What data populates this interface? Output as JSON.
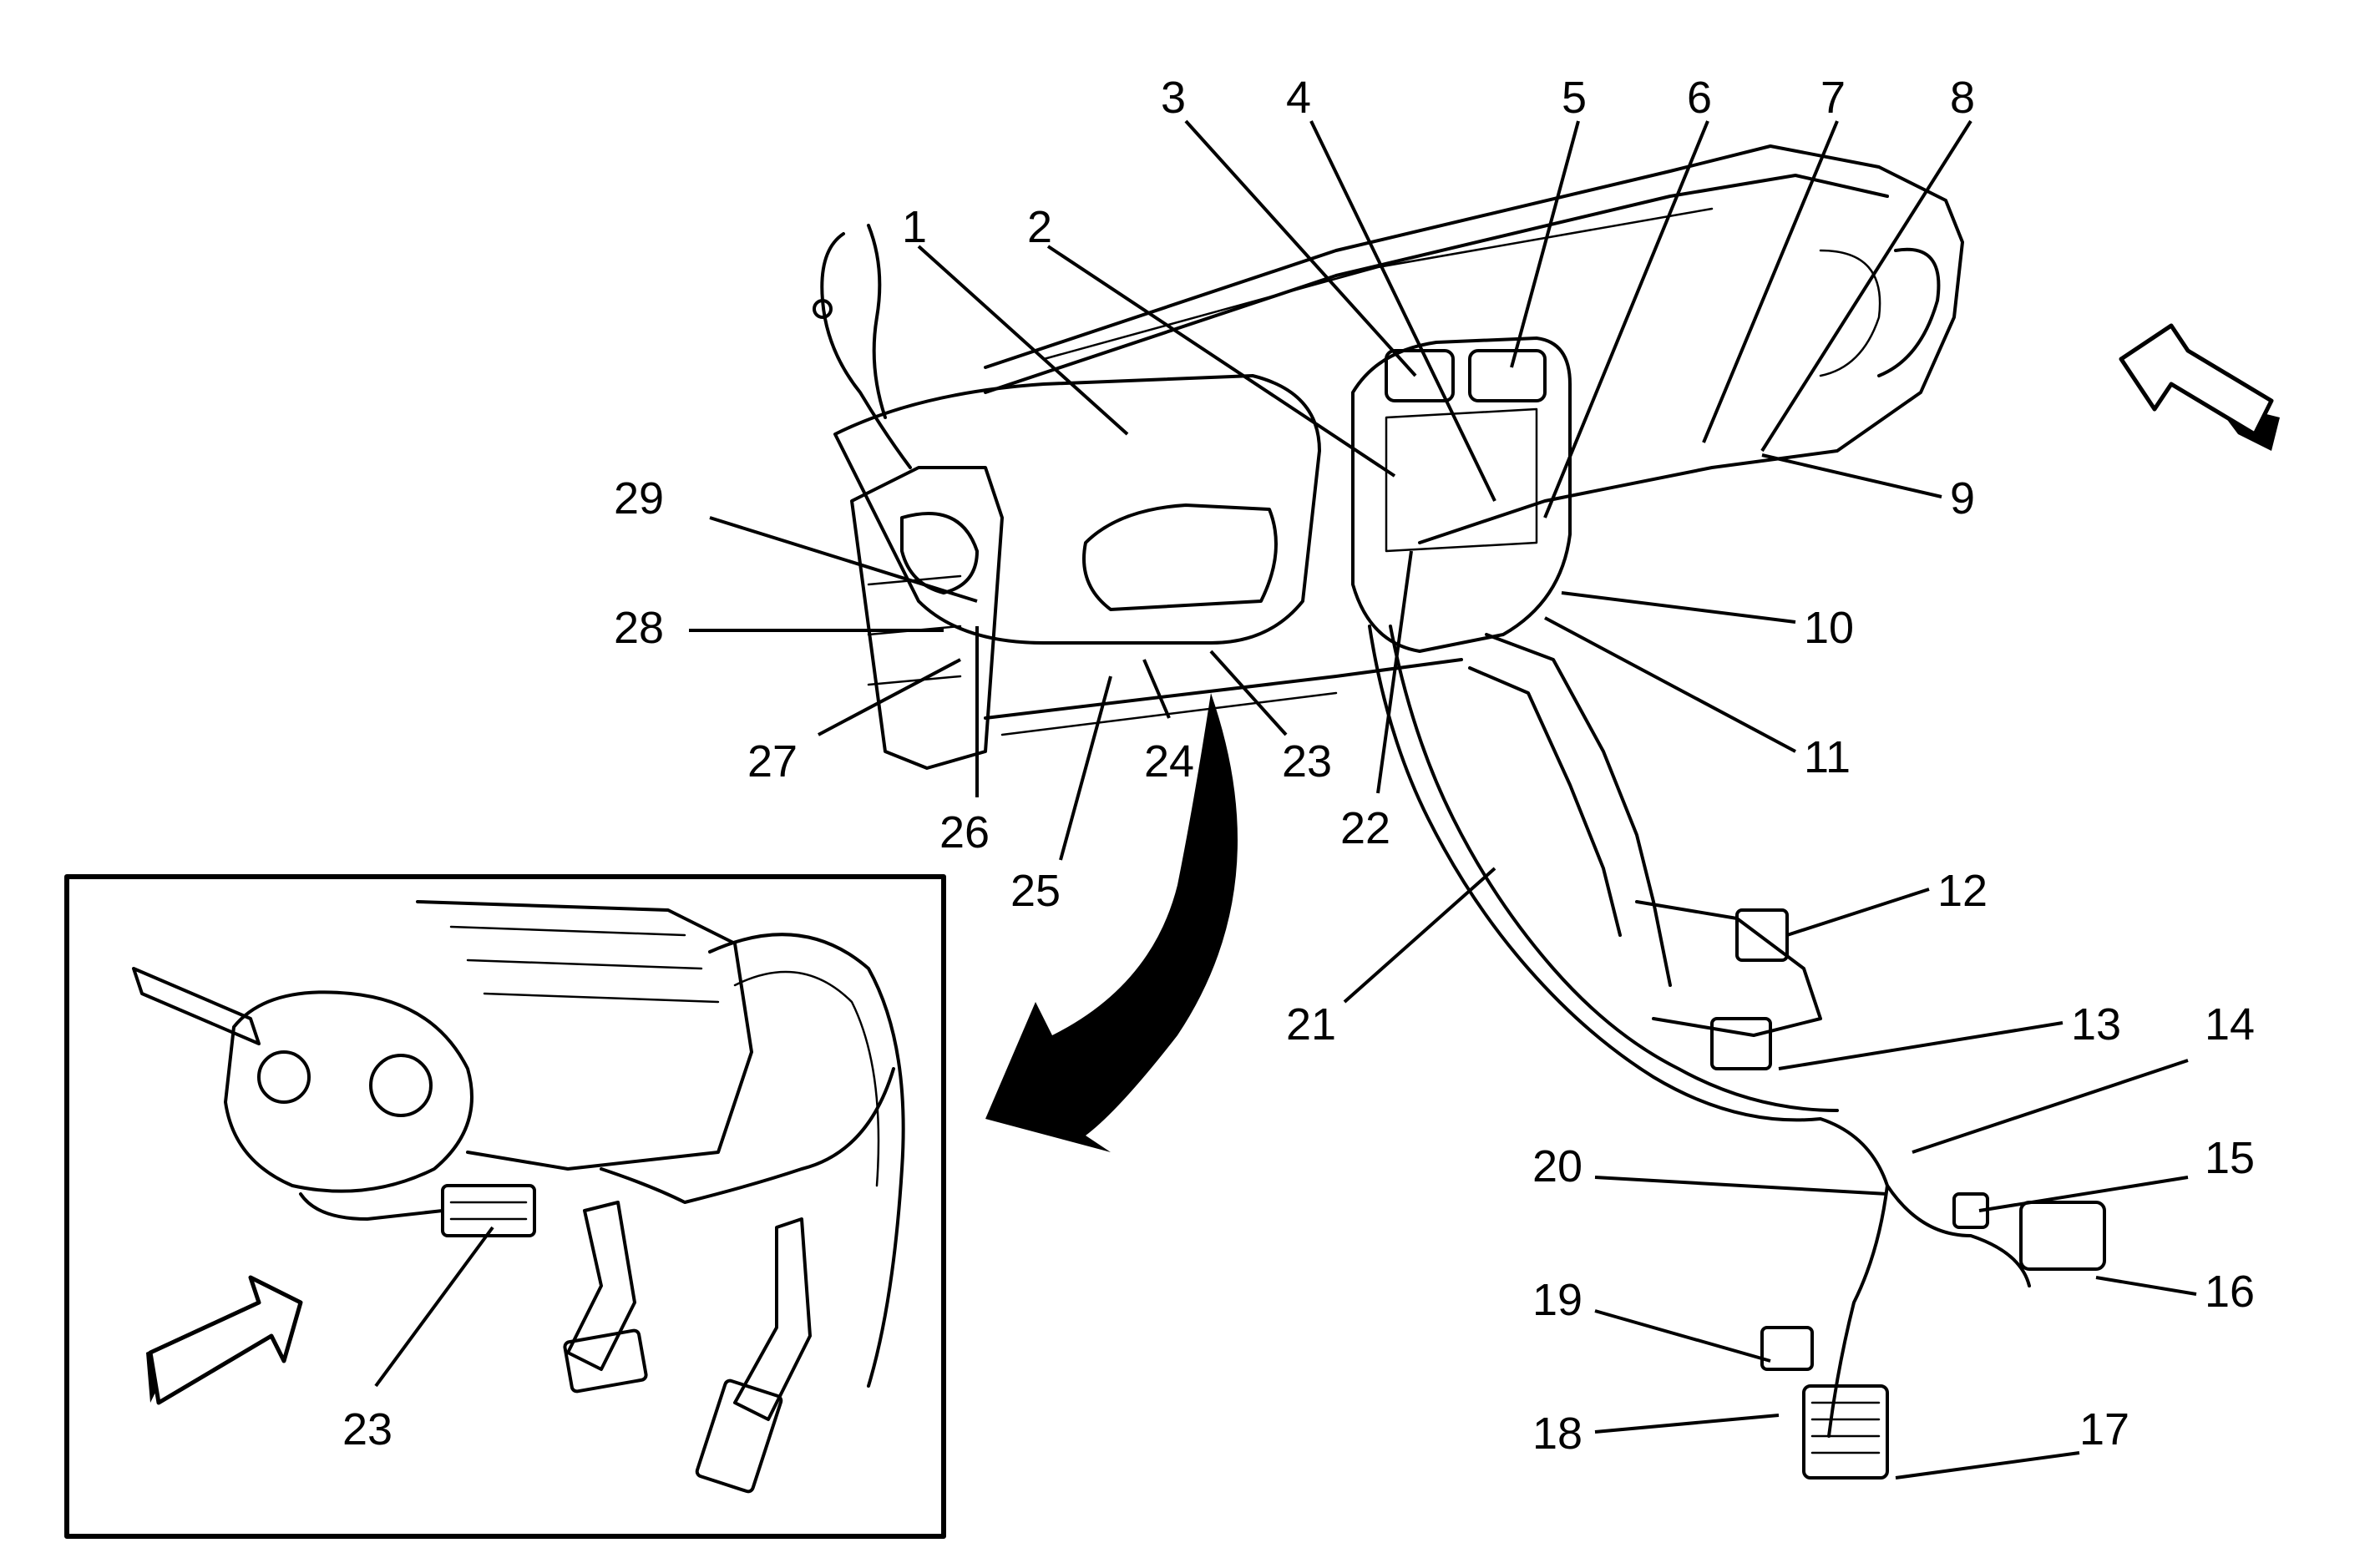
{
  "diagram": {
    "callouts": [
      {
        "id": "c1",
        "text": "1"
      },
      {
        "id": "c2",
        "text": "2"
      },
      {
        "id": "c3",
        "text": "3"
      },
      {
        "id": "c4",
        "text": "4"
      },
      {
        "id": "c5",
        "text": "5"
      },
      {
        "id": "c6",
        "text": "6"
      },
      {
        "id": "c7",
        "text": "7"
      },
      {
        "id": "c8",
        "text": "8"
      },
      {
        "id": "c9",
        "text": "9"
      },
      {
        "id": "c10",
        "text": "10"
      },
      {
        "id": "c11",
        "text": "11"
      },
      {
        "id": "c12",
        "text": "12"
      },
      {
        "id": "c13",
        "text": "13"
      },
      {
        "id": "c14",
        "text": "14"
      },
      {
        "id": "c15",
        "text": "15"
      },
      {
        "id": "c16",
        "text": "16"
      },
      {
        "id": "c17",
        "text": "17"
      },
      {
        "id": "c18",
        "text": "18"
      },
      {
        "id": "c19",
        "text": "19"
      },
      {
        "id": "c20",
        "text": "20"
      },
      {
        "id": "c21",
        "text": "21"
      },
      {
        "id": "c22",
        "text": "22"
      },
      {
        "id": "c23",
        "text": "23"
      },
      {
        "id": "c24",
        "text": "24"
      },
      {
        "id": "c25",
        "text": "25"
      },
      {
        "id": "c26",
        "text": "26"
      },
      {
        "id": "c27",
        "text": "27"
      },
      {
        "id": "c28",
        "text": "28"
      },
      {
        "id": "c29",
        "text": "29"
      }
    ],
    "inset": {
      "callout": "23"
    }
  },
  "colors": {
    "ink": "#000000",
    "paper": "#ffffff"
  }
}
